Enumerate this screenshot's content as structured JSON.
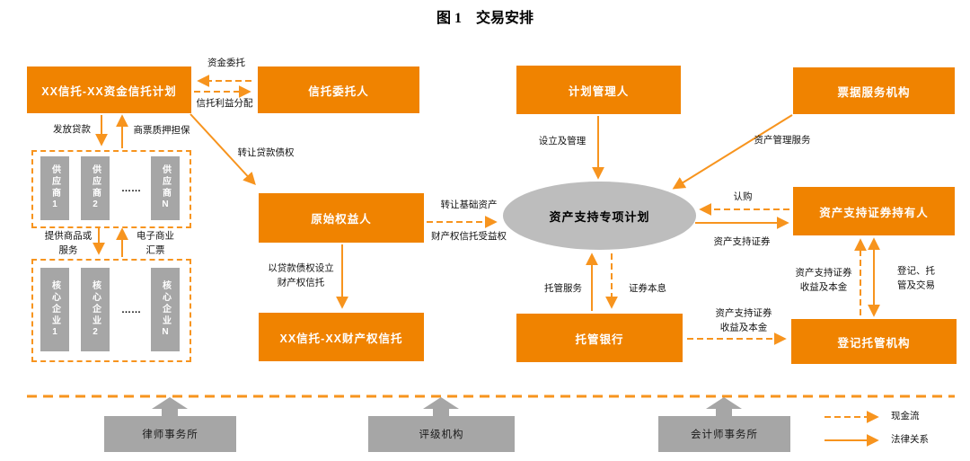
{
  "title": "图 1　交易安排",
  "colors": {
    "box_orange": "#F08300",
    "arrow_orange": "#F7941E",
    "gray_box": "#A6A6A6",
    "ellipse_gray": "#BDBDBD"
  },
  "nodes": {
    "trust_plan": "XX信托-XX资金信托计划",
    "trustor": "信托委托人",
    "plan_manager": "计划管理人",
    "bill_service": "票据服务机构",
    "originator": "原始权益人",
    "spv": "资产支持专项计划",
    "holders": "资产支持证券持有人",
    "property_trust": "XX信托-XX财产权信托",
    "custodian_bank": "托管银行",
    "registrar": "登记托管机构",
    "law_firm": "律师事务所",
    "rating_agency": "评级机构",
    "accounting_firm": "会计师事务所"
  },
  "suppliers": [
    "供应商1",
    "供应商2",
    "……",
    "供应商N"
  ],
  "core_enterprises": [
    "核心企业1",
    "核心企业2",
    "……",
    "核心企业N"
  ],
  "labels": {
    "funds_entrust": "资金委托",
    "benefit_dist": "信托利益分配",
    "issue_loan": "发放贷款",
    "bill_pledge": "商票质押担保",
    "transfer_loan": "转让贷款债权",
    "goods_services": "提供商品或\n服务",
    "e_bill": "电子商业\n汇票",
    "setup_property_trust": "以贷款债权设立\n财产权信托",
    "transfer_asset": "转让基础资产",
    "trust_benefit_right": "财产权信托受益权",
    "setup_manage": "设立及管理",
    "asset_mgmt_service": "资产管理服务",
    "subscribe": "认购",
    "abs_securities": "资产支持证券",
    "custody_service": "托管服务",
    "principal_interest": "证券本息",
    "abs_income_horizontal": "资产支持证券\n收益及本金",
    "abs_income_vertical": "资产支持证券\n收益及本金",
    "register_trade": "登记、托\n管及交易"
  },
  "legend": {
    "cash_flow": "现金流",
    "legal_relation": "法律关系"
  }
}
